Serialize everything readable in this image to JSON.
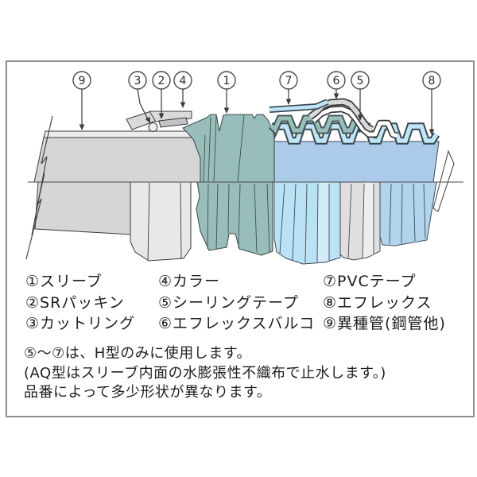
{
  "diagram": {
    "labels": [
      {
        "n": "9"
      },
      {
        "n": "3"
      },
      {
        "n": "2"
      },
      {
        "n": "4"
      },
      {
        "n": "1"
      },
      {
        "n": "7"
      },
      {
        "n": "6"
      },
      {
        "n": "5"
      },
      {
        "n": "8"
      }
    ],
    "colors": {
      "sleeve_teal": "#98bdba",
      "eflex_body_blue": "#accae9",
      "corrugation_blue": "#bfe5f7",
      "pleat_blue": "#b9e2f5",
      "pipe_gray": "#d6d6d8",
      "collar_gray": "#dadadc",
      "balco_gray": "#d8d8da",
      "sealing_tape_white": "#ffffff",
      "pvc_tape_blue": "#bde6f8",
      "outline": "#3b3b3b"
    }
  },
  "legend": {
    "columns": [
      {
        "items": [
          {
            "num": "①",
            "label": "スリーブ"
          },
          {
            "num": "②",
            "label": "SRパッキン"
          },
          {
            "num": "③",
            "label": "カットリング"
          }
        ]
      },
      {
        "items": [
          {
            "num": "④",
            "label": "カラー"
          },
          {
            "num": "⑤",
            "label": "シーリングテープ"
          },
          {
            "num": "⑥",
            "label": "エフレックスバルコ"
          }
        ]
      },
      {
        "items": [
          {
            "num": "⑦",
            "label": "PVCテープ"
          },
          {
            "num": "⑧",
            "label": "エフレックス"
          },
          {
            "num": "⑨",
            "label": "異種管(鋼管他)"
          }
        ]
      }
    ]
  },
  "notes": {
    "lines": [
      "⑤〜⑦は、H型のみに使用します。",
      "(AQ型はスリーブ内面の水膨張性不織布で止水します。)",
      "品番によって多少形状が異なります。"
    ]
  }
}
